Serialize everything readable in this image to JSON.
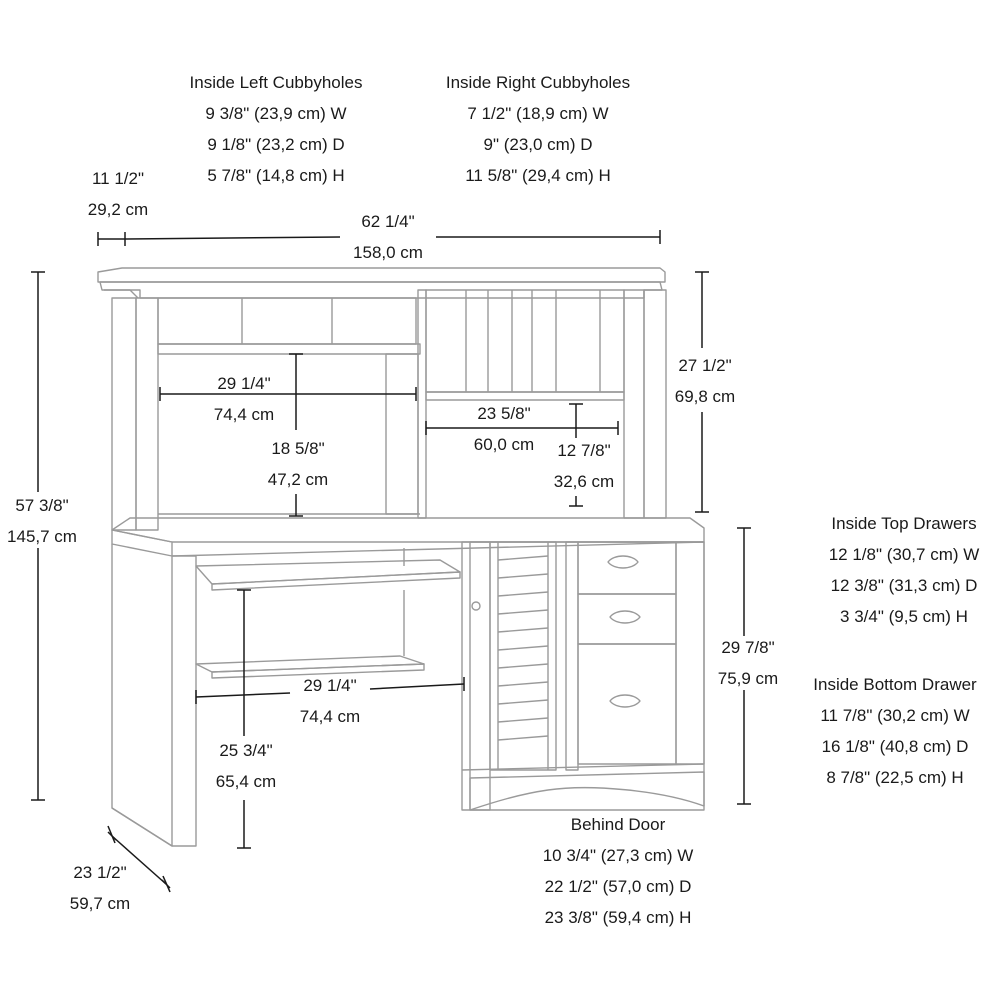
{
  "inside_left_cubbyholes": {
    "title": "Inside Left Cubbyholes",
    "w": "9 3/8\" (23,9 cm) W",
    "d": "9 1/8\" (23,2 cm) D",
    "h": "5 7/8\" (14,8 cm) H"
  },
  "inside_right_cubbyholes": {
    "title": "Inside Right Cubbyholes",
    "w": "7 1/2\" (18,9 cm) W",
    "d": "9\" (23,0 cm) D",
    "h": "11 5/8\" (29,4 cm) H"
  },
  "inside_top_drawers": {
    "title": "Inside Top Drawers",
    "w": "12 1/8\" (30,7 cm) W",
    "d": "12 3/8\" (31,3 cm) D",
    "h": "3 3/4\" (9,5 cm) H"
  },
  "inside_bottom_drawer": {
    "title": "Inside Bottom Drawer",
    "w": "11 7/8\" (30,2 cm) W",
    "d": "16 1/8\" (40,8 cm) D",
    "h": "8 7/8\" (22,5 cm) H"
  },
  "behind_door": {
    "title": "Behind Door",
    "w": "10 3/4\" (27,3 cm) W",
    "d": "22 1/2\" (57,0 cm) D",
    "h": "23 3/8\" (59,4 cm) H"
  },
  "dims": {
    "top_offset": {
      "in": "11 1/2\"",
      "cm": "29,2 cm"
    },
    "overall_width": {
      "in": "62 1/4\"",
      "cm": "158,0 cm"
    },
    "overall_height": {
      "in": "57 3/8\"",
      "cm": "145,7 cm"
    },
    "hutch_height": {
      "in": "27 1/2\"",
      "cm": "69,8 cm"
    },
    "hutch_opening_width": {
      "in": "29 1/4\"",
      "cm": "74,4 cm"
    },
    "hutch_opening_height": {
      "in": "18 5/8\"",
      "cm": "47,2 cm"
    },
    "shelf_width": {
      "in": "23 5/8\"",
      "cm": "60,0 cm"
    },
    "shelf_height": {
      "in": "12 7/8\"",
      "cm": "32,6 cm"
    },
    "desk_height": {
      "in": "29 7/8\"",
      "cm": "75,9 cm"
    },
    "knee_width": {
      "in": "29 1/4\"",
      "cm": "74,4 cm"
    },
    "knee_height": {
      "in": "25 3/4\"",
      "cm": "65,4 cm"
    },
    "depth": {
      "in": "23 1/2\"",
      "cm": "59,7 cm"
    }
  }
}
